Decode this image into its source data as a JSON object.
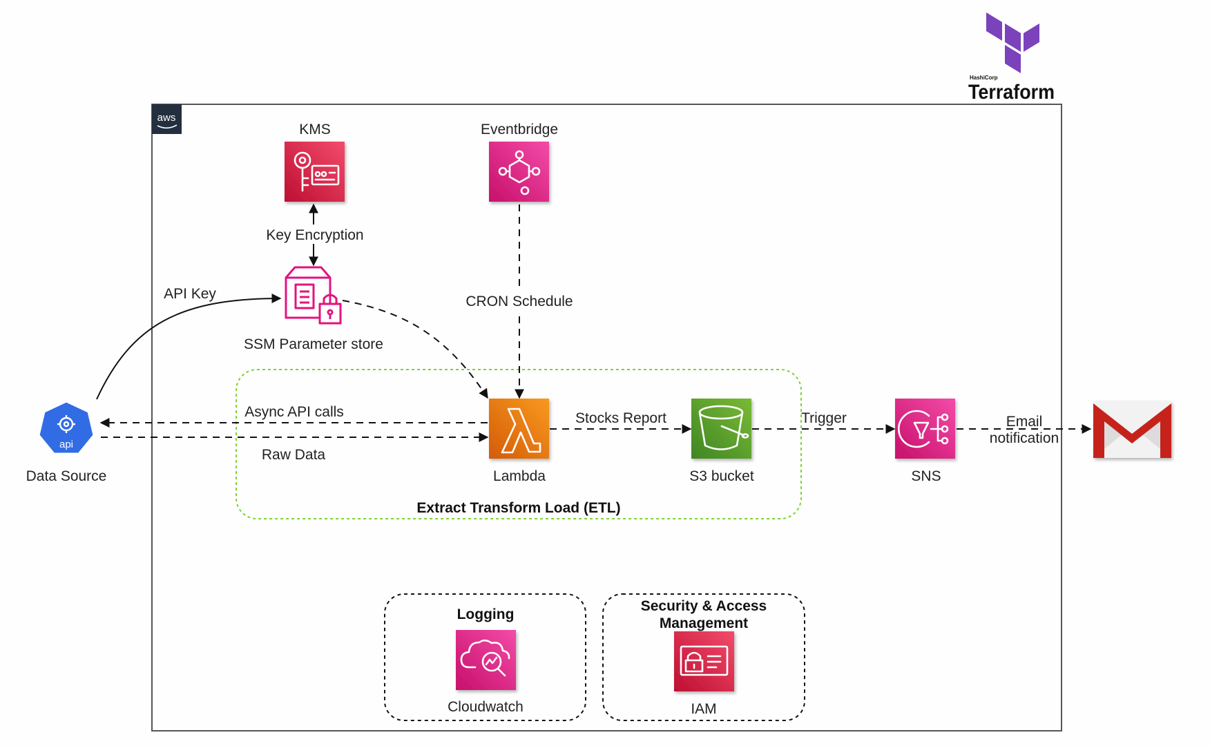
{
  "brand": {
    "terraform_small": "HashiCorp",
    "terraform_name": "Terraform",
    "aws_badge": "aws"
  },
  "nodes": {
    "kms": "KMS",
    "eventbridge": "Eventbridge",
    "ssm": "SSM Parameter store",
    "data_source": "Data Source",
    "api_badge": "api",
    "lambda": "Lambda",
    "s3": "S3 bucket",
    "sns": "SNS",
    "cloudwatch": "Cloudwatch",
    "iam": "IAM"
  },
  "groups": {
    "etl": "Extract Transform Load (ETL)",
    "logging": "Logging",
    "security_line1": "Security & Access",
    "security_line2": "Management"
  },
  "edges": {
    "key_encryption": "Key Encryption",
    "api_key": "API Key",
    "cron": "CRON Schedule",
    "async_calls": "Async API calls",
    "raw_data": "Raw Data",
    "stocks_report": "Stocks Report",
    "trigger": "Trigger",
    "email_line1": "Email",
    "email_line2": "notification"
  },
  "colors": {
    "security_service": "#d0223e",
    "management_service": "#e3137e",
    "compute": "#ee7a12",
    "storage": "#69a52d",
    "kubernetes_blue": "#326ce5",
    "etl_group_border": "#7dd32f",
    "terraform_purple": "#7b42bc"
  }
}
